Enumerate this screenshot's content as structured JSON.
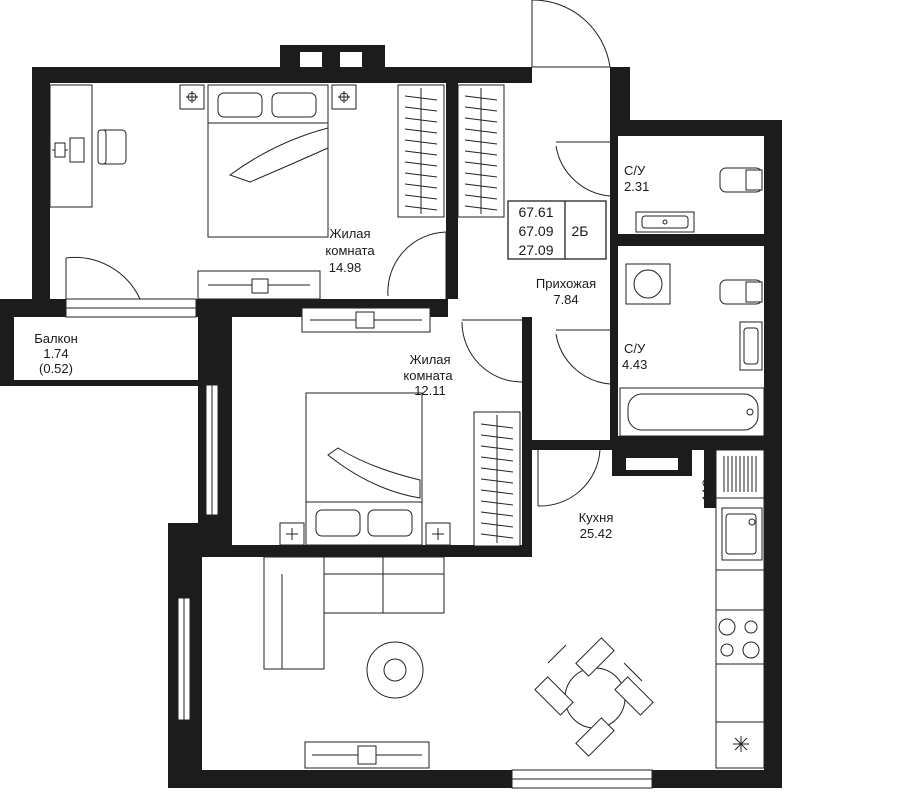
{
  "floorplan": {
    "summary": {
      "total_area": "67.61",
      "total_area_reduced": "67.09",
      "living_area": "27.09",
      "apartment_type": "2Б"
    },
    "rooms": {
      "bedroom1": {
        "name_line1": "Жилая",
        "name_line2": "комната",
        "area": "14.98"
      },
      "bedroom2": {
        "name_line1": "Жилая",
        "name_line2": "комната",
        "area": "12.11"
      },
      "hallway": {
        "name": "Прихожая",
        "area": "7.84"
      },
      "wc1": {
        "name": "С/У",
        "area": "2.31"
      },
      "wc2": {
        "name": "С/У",
        "area": "4.43"
      },
      "kitchen": {
        "name": "Кухня",
        "area": "25.42"
      },
      "balcony": {
        "name": "Балкон",
        "area": "1.74",
        "area_reduced": "(0.52)"
      }
    },
    "markers": {
      "ac_unit": "1АС"
    },
    "colors": {
      "walls": "#1c1c1c",
      "lines": "#222222",
      "background": "#ffffff"
    }
  }
}
